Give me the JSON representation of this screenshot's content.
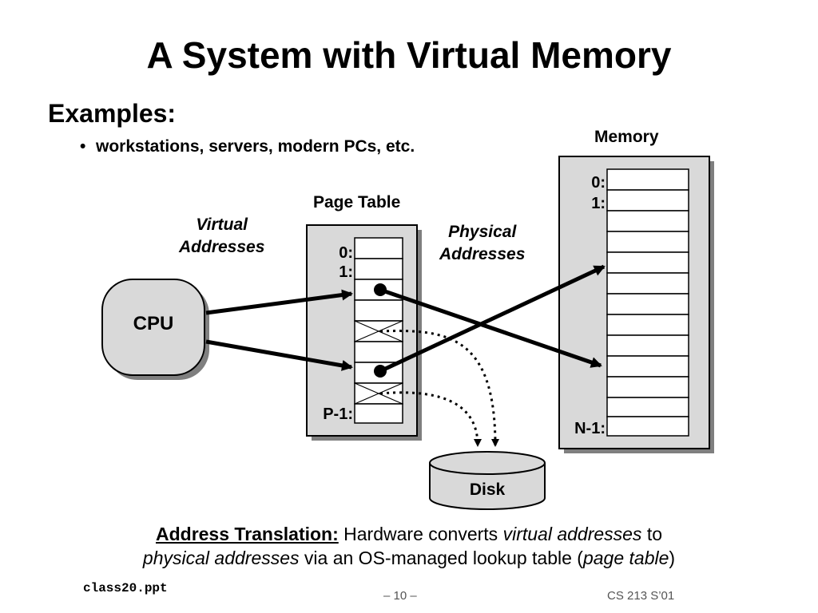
{
  "title": "A System with Virtual Memory",
  "heading": "Examples:",
  "bullet": "workstations, servers, modern PCs, etc.",
  "diagram": {
    "memory_label": "Memory",
    "page_table_label": "Page Table",
    "virtual_addresses_label": [
      "Virtual",
      "Addresses"
    ],
    "physical_addresses_label": [
      "Physical",
      "Addresses"
    ],
    "cpu_label": "CPU",
    "disk_label": "Disk",
    "pt_row_labels": {
      "first": "0:",
      "second": "1:",
      "last": "P-1:"
    },
    "mem_row_labels": {
      "first": "0:",
      "second": "1:",
      "last": "N-1:"
    }
  },
  "caption": {
    "term": "Address Translation:",
    "t1": " Hardware converts ",
    "i1": "virtual addresses",
    "t2": " to",
    "i2": "physical addresses",
    "t3": " via an OS-managed lookup table (",
    "i3": "page table",
    "t4": ")"
  },
  "footer": {
    "left": "class20.ppt",
    "middle": "– 10 –",
    "right": "CS 213 S’01"
  },
  "colors": {
    "box_fill": "#d9d9d9",
    "shadow": "#7f7f7f"
  }
}
